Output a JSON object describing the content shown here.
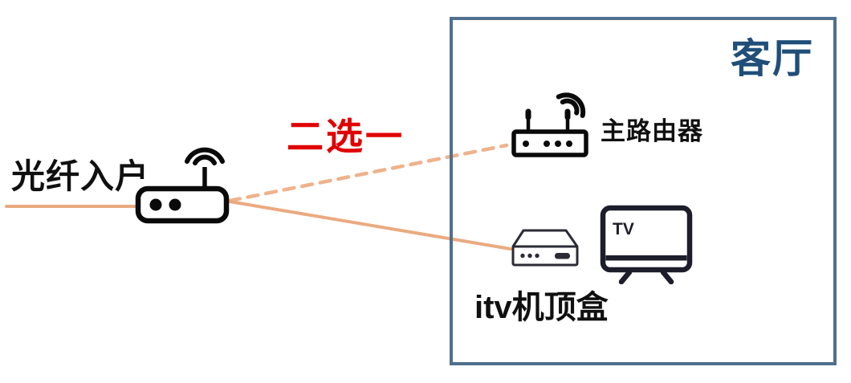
{
  "diagram": {
    "fiber_label": "光纤入户",
    "choice_label": "二选一",
    "room_label": "客厅",
    "router_label": "主路由器",
    "stb_label": "itv机顶盒",
    "tv_logo": "TV"
  },
  "colors": {
    "cable": "#EAAA80",
    "cable-dashed": "#EFB28C",
    "choice-red": "#E00000",
    "room-border": "#4F708F",
    "room-text": "#1F4E79",
    "icon-black": "#0A0A0A",
    "tv-dark": "#1D1D2B",
    "stb-dark": "#2B2B36"
  }
}
